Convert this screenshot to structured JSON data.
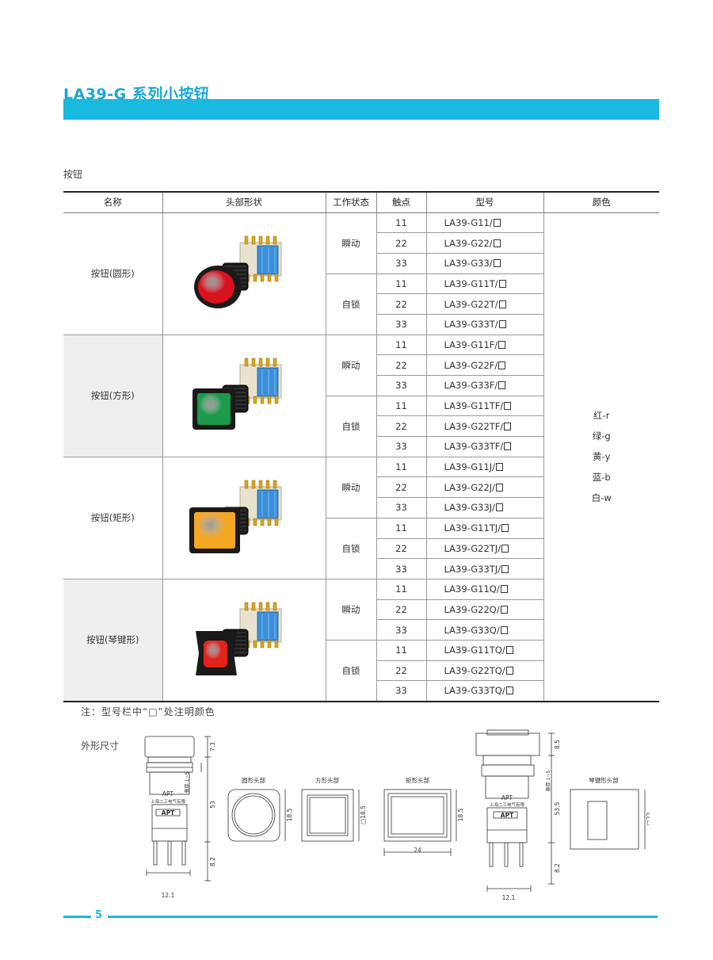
{
  "header": {
    "title": "LA39-G 系列小按钮"
  },
  "section_label": "按钮",
  "table": {
    "headers": [
      "名称",
      "头部形状",
      "工作状态",
      "触点",
      "型号",
      "颜色"
    ],
    "groups": [
      {
        "name": "按钮(圆形)",
        "shape": "round",
        "cap_color": "#d8121e",
        "states": [
          {
            "state": "瞬动",
            "rows": [
              {
                "contacts": "11",
                "model": "LA39-G11/"
              },
              {
                "contacts": "22",
                "model": "LA39-G22/"
              },
              {
                "contacts": "33",
                "model": "LA39-G33/"
              }
            ]
          },
          {
            "state": "自锁",
            "rows": [
              {
                "contacts": "11",
                "model": "LA39-G11T/"
              },
              {
                "contacts": "22",
                "model": "LA39-G22T/"
              },
              {
                "contacts": "33",
                "model": "LA39-G33T/"
              }
            ]
          }
        ]
      },
      {
        "name": "按钮(方形)",
        "shape": "square",
        "cap_color": "#1a9a4a",
        "states": [
          {
            "state": "瞬动",
            "rows": [
              {
                "contacts": "11",
                "model": "LA39-G11F/"
              },
              {
                "contacts": "22",
                "model": "LA39-G22F/"
              },
              {
                "contacts": "33",
                "model": "LA39-G33F/"
              }
            ]
          },
          {
            "state": "自锁",
            "rows": [
              {
                "contacts": "11",
                "model": "LA39-G11TF/"
              },
              {
                "contacts": "22",
                "model": "LA39-G22TF/"
              },
              {
                "contacts": "33",
                "model": "LA39-G33TF/"
              }
            ]
          }
        ]
      },
      {
        "name": "按钮(矩形)",
        "shape": "rect",
        "cap_color": "#f5a623",
        "states": [
          {
            "state": "瞬动",
            "rows": [
              {
                "contacts": "11",
                "model": "LA39-G11J/"
              },
              {
                "contacts": "22",
                "model": "LA39-G22J/"
              },
              {
                "contacts": "33",
                "model": "LA39-G33J/"
              }
            ]
          },
          {
            "state": "自锁",
            "rows": [
              {
                "contacts": "11",
                "model": "LA39-G11TJ/"
              },
              {
                "contacts": "22",
                "model": "LA39-G22TJ/"
              },
              {
                "contacts": "33",
                "model": "LA39-G33TJ/"
              }
            ]
          }
        ]
      },
      {
        "name": "按钮(琴键形)",
        "shape": "key",
        "cap_color": "#e2231a",
        "states": [
          {
            "state": "瞬动",
            "rows": [
              {
                "contacts": "11",
                "model": "LA39-G11Q/"
              },
              {
                "contacts": "22",
                "model": "LA39-G22Q/"
              },
              {
                "contacts": "33",
                "model": "LA39-G33Q/"
              }
            ]
          },
          {
            "state": "自锁",
            "rows": [
              {
                "contacts": "11",
                "model": "LA39-G11TQ/"
              },
              {
                "contacts": "22",
                "model": "LA39-G22TQ/"
              },
              {
                "contacts": "33",
                "model": "LA39-G33TQ/"
              }
            ]
          }
        ]
      }
    ],
    "colors": [
      "红-r",
      "绿-g",
      "黄-y",
      "蓝-b",
      "白-w"
    ]
  },
  "note": "注：型号栏中“□”处注明颜色",
  "dimensions": {
    "label": "外形尺寸",
    "head_labels": {
      "round": "圆形头部",
      "square": "方形头部",
      "rect": "矩形头部",
      "key": "琴键形头部"
    },
    "values": {
      "left_top": "7.3",
      "left_panel": "板厚 1~5",
      "left_height": "53",
      "left_bottom": "8.2",
      "left_width": "12.1",
      "round": "18.5",
      "square": "□18.5",
      "rect_h": "18.5",
      "rect_w": "24",
      "right_top": "8.5",
      "right_panel": "板厚 1~5",
      "right_height": "53.5",
      "right_bottom": "8.2",
      "right_width": "12.1",
      "key": "□22"
    },
    "brand": "APT",
    "brand_text": "上海二工电气有限"
  },
  "footer": {
    "page_number": "5"
  },
  "colors": {
    "accent": "#19b9e0",
    "title": "#1aa7d6"
  }
}
